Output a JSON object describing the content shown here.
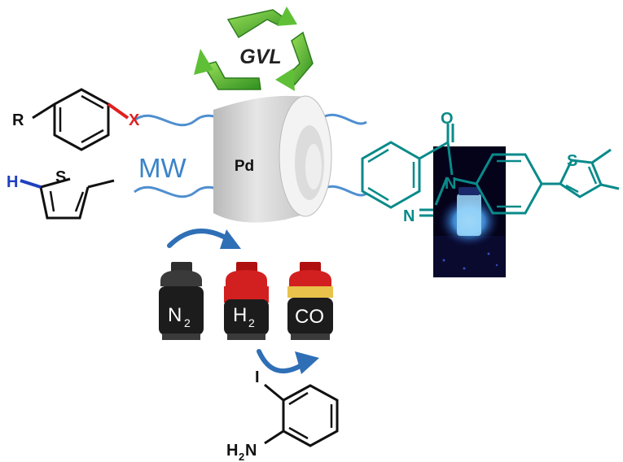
{
  "recycle_label": "GVL",
  "microwave_label": "MW",
  "catalyst_label": "Pd",
  "aryl_halide": {
    "r": "R",
    "x": "X"
  },
  "thiophene": {
    "h": "H",
    "s": "S"
  },
  "gases": [
    {
      "name": "N",
      "sub": "2"
    },
    {
      "name": "H",
      "sub": "2"
    },
    {
      "name": "CO",
      "sub": ""
    }
  ],
  "iodoaniline": {
    "iodo": "I",
    "amine": "H",
    "amine_sub": "2",
    "amine_n": "N"
  },
  "product": {
    "o": "O",
    "n3": "N",
    "n1": "N",
    "s": "S"
  },
  "colors": {
    "product": "#0a8a8a",
    "wave": "#4f8fd0",
    "mw": "#3a84c8",
    "halogen": "#e02020",
    "hydrogen": "#1f3fc0",
    "leaf": "#3fa02a",
    "arrow": "#2f6fb6",
    "vial_bg": "#04031a",
    "glow": "#6fd0ff"
  }
}
